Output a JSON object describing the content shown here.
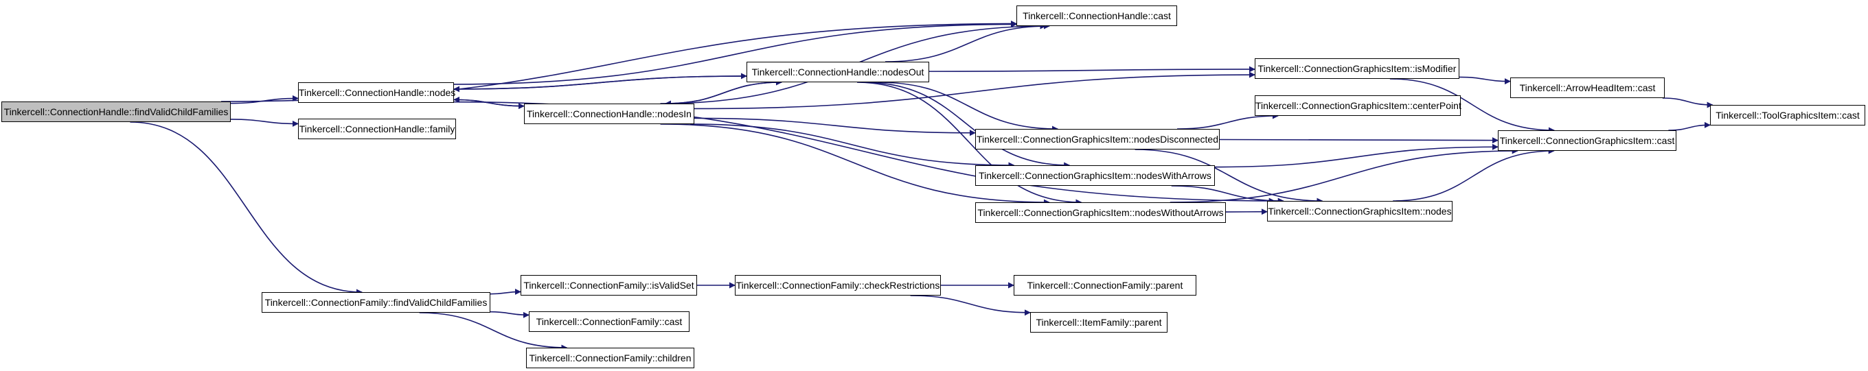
{
  "colors": {
    "edge": "#191970",
    "root_fill": "#bfbfbf",
    "node_fill": "#ffffff",
    "node_border": "#000000"
  },
  "nodes": {
    "root": "Tinkercell::ConnectionHandle::findValidChildFamilies",
    "ch_nodes": "Tinkercell::ConnectionHandle::nodes",
    "ch_family": "Tinkercell::ConnectionHandle::family",
    "ch_cast": "Tinkercell::ConnectionHandle::cast",
    "ch_nodesOut": "Tinkercell::ConnectionHandle::nodesOut",
    "ch_nodesIn": "Tinkercell::ConnectionHandle::nodesIn",
    "cgi_isModifier": "Tinkercell::ConnectionGraphicsItem::isModifier",
    "ahi_cast": "Tinkercell::ArrowHeadItem::cast",
    "tgi_cast": "Tinkercell::ToolGraphicsItem::cast",
    "cgi_centerPoint": "Tinkercell::ConnectionGraphicsItem::centerPoint",
    "cgi_nodesDisconnected": "Tinkercell::ConnectionGraphicsItem::nodesDisconnected",
    "cgi_cast": "Tinkercell::ConnectionGraphicsItem::cast",
    "cgi_nodesWithArrows": "Tinkercell::ConnectionGraphicsItem::nodesWithArrows",
    "cgi_nodesWithoutArrows": "Tinkercell::ConnectionGraphicsItem::nodesWithoutArrows",
    "cgi_nodes": "Tinkercell::ConnectionGraphicsItem::nodes",
    "cf_findValidChildFamilies": "Tinkercell::ConnectionFamily::findValidChildFamilies",
    "cf_isValidSet": "Tinkercell::ConnectionFamily::isValidSet",
    "cf_checkRestrictions": "Tinkercell::ConnectionFamily::checkRestrictions",
    "cf_parent": "Tinkercell::ConnectionFamily::parent",
    "if_parent": "Tinkercell::ItemFamily::parent",
    "cf_cast": "Tinkercell::ConnectionFamily::cast",
    "cf_children": "Tinkercell::ConnectionFamily::children"
  },
  "edges": [
    [
      "root",
      "ch_nodes"
    ],
    [
      "root",
      "ch_family"
    ],
    [
      "root",
      "ch_cast"
    ],
    [
      "root",
      "cf_findValidChildFamilies"
    ],
    [
      "ch_nodes",
      "ch_cast"
    ],
    [
      "ch_nodes",
      "ch_nodesOut"
    ],
    [
      "ch_nodes",
      "ch_nodesIn"
    ],
    [
      "ch_nodes",
      "cgi_nodes"
    ],
    [
      "ch_nodesOut",
      "ch_nodes"
    ],
    [
      "ch_nodesOut",
      "ch_cast"
    ],
    [
      "ch_nodesOut",
      "ch_nodesIn"
    ],
    [
      "ch_nodesOut",
      "cgi_isModifier"
    ],
    [
      "ch_nodesOut",
      "cgi_nodesDisconnected"
    ],
    [
      "ch_nodesOut",
      "cgi_nodesWithArrows"
    ],
    [
      "ch_nodesOut",
      "cgi_nodesWithoutArrows"
    ],
    [
      "ch_nodesIn",
      "ch_nodes"
    ],
    [
      "ch_nodesIn",
      "ch_cast"
    ],
    [
      "ch_nodesIn",
      "ch_nodesOut"
    ],
    [
      "ch_nodesIn",
      "cgi_isModifier"
    ],
    [
      "ch_nodesIn",
      "cgi_nodesDisconnected"
    ],
    [
      "ch_nodesIn",
      "cgi_nodesWithArrows"
    ],
    [
      "ch_nodesIn",
      "cgi_nodesWithoutArrows"
    ],
    [
      "cgi_isModifier",
      "ahi_cast"
    ],
    [
      "cgi_isModifier",
      "cgi_cast"
    ],
    [
      "ahi_cast",
      "tgi_cast"
    ],
    [
      "cgi_cast",
      "tgi_cast"
    ],
    [
      "cgi_nodesDisconnected",
      "cgi_centerPoint"
    ],
    [
      "cgi_nodesDisconnected",
      "cgi_cast"
    ],
    [
      "cgi_nodesDisconnected",
      "cgi_nodes"
    ],
    [
      "cgi_nodesWithArrows",
      "cgi_cast"
    ],
    [
      "cgi_nodesWithArrows",
      "cgi_nodes"
    ],
    [
      "cgi_nodesWithoutArrows",
      "cgi_nodes"
    ],
    [
      "cgi_nodesWithoutArrows",
      "cgi_cast"
    ],
    [
      "cgi_nodes",
      "cgi_cast"
    ],
    [
      "cf_findValidChildFamilies",
      "cf_isValidSet"
    ],
    [
      "cf_findValidChildFamilies",
      "cf_cast"
    ],
    [
      "cf_findValidChildFamilies",
      "cf_children"
    ],
    [
      "cf_isValidSet",
      "cf_checkRestrictions"
    ],
    [
      "cf_checkRestrictions",
      "cf_parent"
    ],
    [
      "cf_checkRestrictions",
      "if_parent"
    ]
  ]
}
